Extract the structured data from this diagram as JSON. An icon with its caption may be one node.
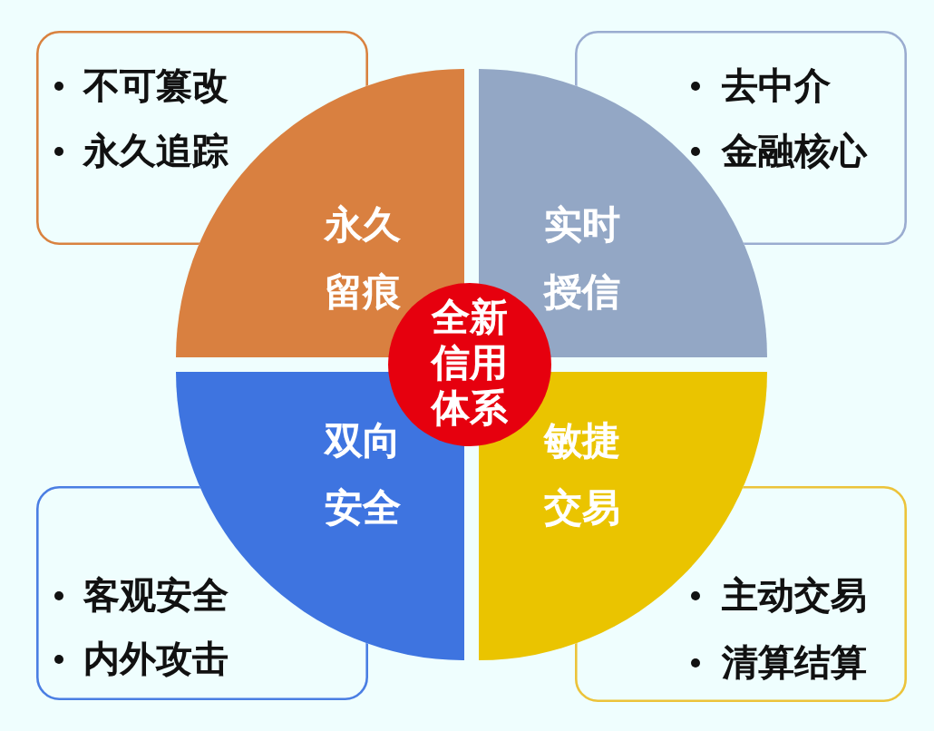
{
  "diagram": {
    "nodes": [
      {
        "text": [
          "不可篡改",
          "永久追踪"
        ]
      },
      {
        "text": [
          "去中介",
          "金融核心"
        ]
      },
      {
        "text": [
          "永久留痕"
        ]
      },
      {
        "text": [
          "实时授信"
        ]
      },
      {
        "text": [
          "全新信用体系"
        ]
      },
      {
        "text": [
          "双向安全"
        ]
      },
      {
        "text": [
          "敏捷交易"
        ]
      },
      {
        "text": [
          "客观安全",
          "内外攻击"
        ]
      },
      {
        "text": [
          "主动交易",
          "清算结算"
        ]
      }
    ]
  }
}
